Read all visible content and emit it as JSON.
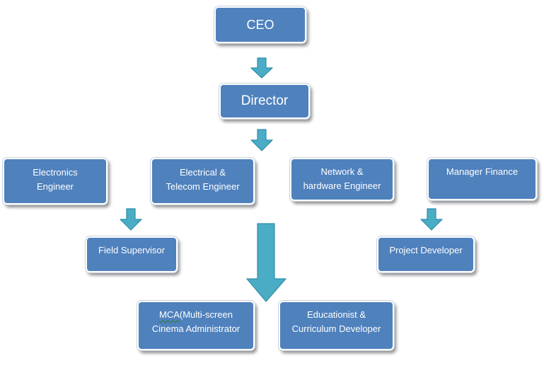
{
  "chart": {
    "ceo": "CEO",
    "director": "Director",
    "electronics": [
      "Electronics",
      "Engineer"
    ],
    "electrical": [
      "Electrical  &",
      "Telecom Engineer"
    ],
    "network": [
      "Network &",
      "hardware Engineer"
    ],
    "finance": "Manager Finance",
    "field_supervisor": "Field Supervisor",
    "project_developer": "Project Developer",
    "mca": [
      "MCA",
      "(Multi-screen",
      "Cinema Administrator"
    ],
    "educationist": [
      "Educationist &",
      "Curriculum Developer"
    ]
  },
  "colors": {
    "box_fill": "#4f81bd",
    "arrow_fill": "#4bacc6",
    "arrow_stroke": "#2b8fa8"
  }
}
